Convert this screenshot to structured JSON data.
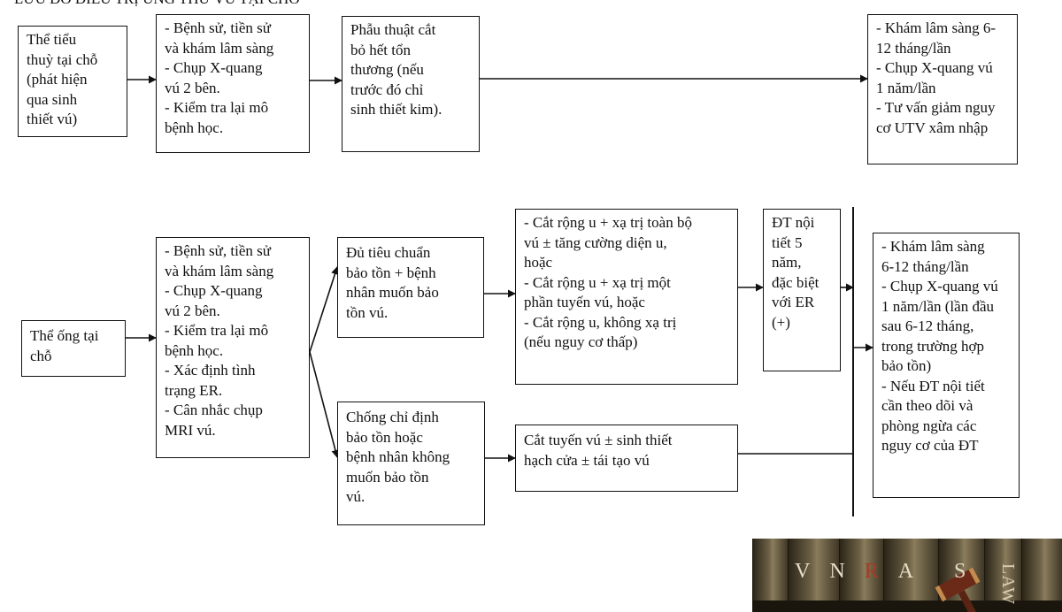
{
  "header": {
    "cropped_title": "LƯU ĐỒ ĐIỀU TRỊ UNG THƯ VÚ TẠI CHỖ"
  },
  "row1": {
    "start": [
      "Thể tiểu",
      "thuỳ tại chỗ",
      "(phát hiện",
      "qua sinh",
      "thiết vú)"
    ],
    "workup": [
      "- Bệnh sử, tiền sử",
      "và khám lâm sàng",
      "- Chụp X-quang",
      "vú 2 bên.",
      "- Kiểm tra lại mô",
      "bệnh học."
    ],
    "surgery": [
      "Phẫu thuật cắt",
      "bỏ hết tổn",
      "thương (nếu",
      "trước đó chỉ",
      "sinh thiết kim)."
    ],
    "followup": [
      "- Khám lâm sàng 6-",
      "12 tháng/lần",
      "- Chụp X-quang vú",
      "1 năm/lần",
      "- Tư vấn giảm nguy",
      "cơ UTV xâm nhập"
    ]
  },
  "row2": {
    "start": [
      "Thể ống tại",
      "chỗ"
    ],
    "workup": [
      "- Bệnh sử, tiền sử",
      "và khám lâm sàng",
      "- Chụp X-quang",
      "vú 2 bên.",
      "- Kiểm tra lại mô",
      "bệnh học.",
      "- Xác định tình",
      "trạng ER.",
      "- Cân nhắc chụp",
      "MRI vú."
    ],
    "conserve": [
      "Đủ tiêu chuẩn",
      "bảo tồn + bệnh",
      "nhân muốn bảo",
      "tồn vú."
    ],
    "conserve_options": [
      "- Cắt rộng u + xạ trị toàn bộ",
      "vú ± tăng cường diện u,",
      "hoặc",
      "- Cắt rộng u + xạ trị một",
      "phần tuyến vú, hoặc",
      "- Cắt rộng u, không xạ trị",
      "(nếu nguy cơ thấp)"
    ],
    "endocrine": [
      "ĐT nội",
      "tiết 5",
      "năm,",
      "đặc biệt",
      "với ER",
      "(+)"
    ],
    "contra": [
      "Chống chỉ định",
      "bảo tồn hoặc",
      "bệnh nhân không",
      "muốn bảo tồn",
      "vú."
    ],
    "mastectomy": [
      "Cắt tuyến vú ± sinh thiết",
      "hạch cửa ±  tái tạo vú"
    ],
    "followup": [
      "- Khám lâm sàng",
      "6-12 tháng/lần",
      "- Chụp X-quang vú",
      "1 năm/lần (lần đầu",
      "sau 6-12 tháng,",
      "trong trường hợp",
      "bảo tồn)",
      "- Nếu ĐT nội tiết",
      "cần theo dõi và",
      "phòng ngừa các",
      "nguy cơ của ĐT"
    ]
  },
  "logo": {
    "letters": [
      "V",
      "N",
      "R",
      "A",
      "S"
    ],
    "law": "LAW"
  },
  "colors": {
    "line": "#111111",
    "logo_accent": "#a83a24"
  }
}
